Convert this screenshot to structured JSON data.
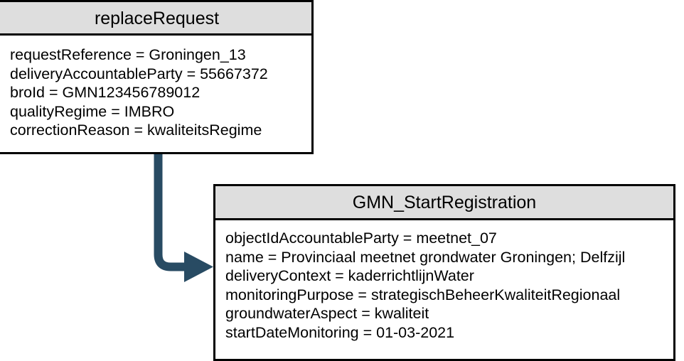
{
  "diagram": {
    "type": "uml-object-diagram",
    "background_color": "#ffffff",
    "box_border_color": "#000000",
    "box_header_fill": "#dedede",
    "connector_color": "#284b63",
    "boxes": [
      {
        "id": "replaceRequest",
        "title": "replaceRequest",
        "attributes": [
          "requestReference = Groningen_13",
          "deliveryAccountableParty = 55667372",
          "broId = GMN123456789012",
          "qualityRegime = IMBRO",
          "correctionReason = kwaliteitsRegime"
        ]
      },
      {
        "id": "GMN_StartRegistration",
        "title": "GMN_StartRegistration",
        "attributes": [
          "objectIdAccountableParty = meetnet_07",
          "name = Provinciaal meetnet grondwater Groningen; Delfzijl",
          "deliveryContext = kaderrichtlijnWater",
          "monitoringPurpose = strategischBeheerKwaliteitRegionaal",
          "groundwaterAspect = kwaliteit",
          "startDateMonitoring = 01-03-2021"
        ]
      }
    ],
    "connector": {
      "name": "elbow-arrow",
      "from": "replaceRequest",
      "to": "GMN_StartRegistration",
      "style": "solid-elbow-with-arrowhead"
    }
  }
}
